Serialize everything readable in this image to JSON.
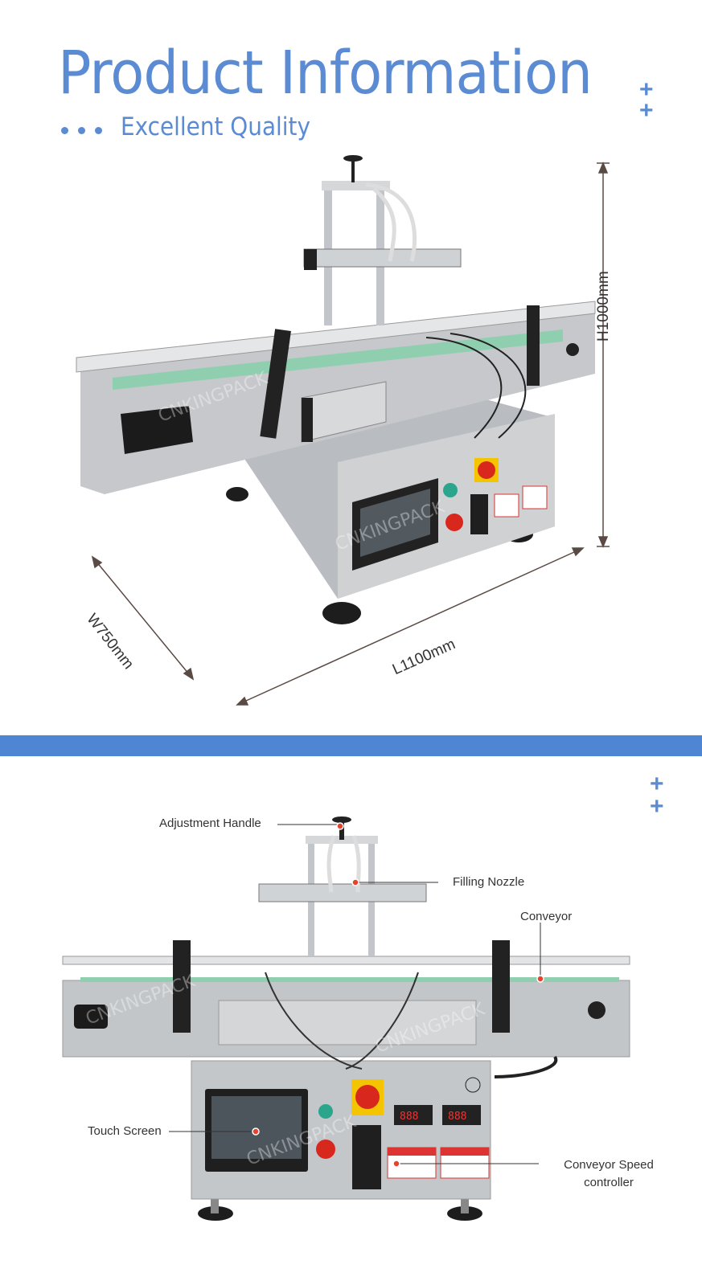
{
  "header": {
    "title": "Product Information",
    "subtitle": "Excellent Quality",
    "plus_icon": "+"
  },
  "dimensions": {
    "height": "H1000mm",
    "width": "W750mm",
    "length": "L1100mm"
  },
  "callouts": {
    "adjustment_handle": "Adjustment Handle",
    "filling_nozzle": "Filling Nozzle",
    "conveyor": "Conveyor",
    "touch_screen": "Touch Screen",
    "speed_controller_line1": "Conveyor Speed",
    "speed_controller_line2": "controller"
  },
  "watermark": "CNKINGPACK",
  "colors": {
    "accent": "#5a8bd3",
    "band": "#4f86d4",
    "marker": "#e8412c"
  }
}
